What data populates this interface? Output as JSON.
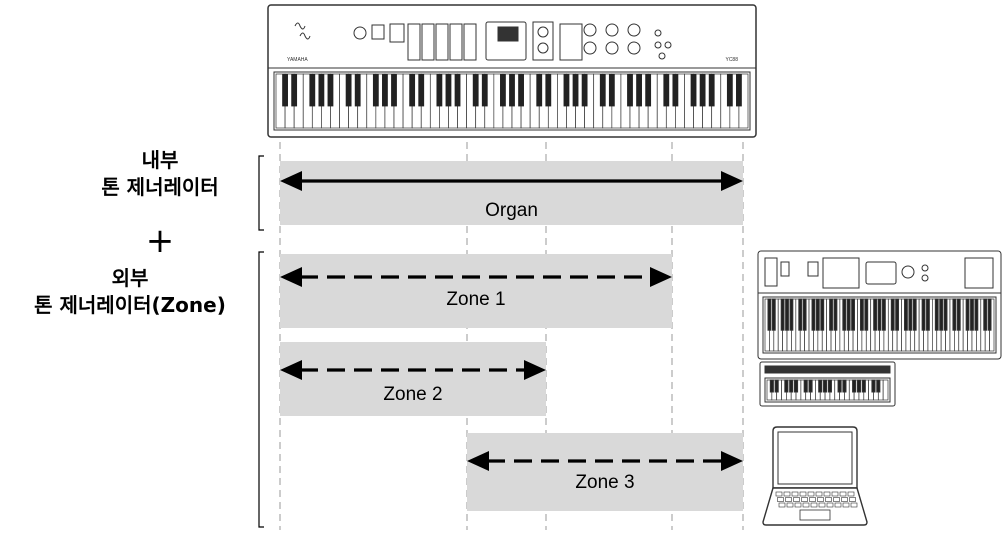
{
  "labels": {
    "internal_line1": "내부",
    "internal_line2": "톤 제너레이터",
    "plus": "+",
    "external_line1": "외부",
    "external_line2": "톤 제너레이터(Zone)"
  },
  "keyboard": {
    "brand": "YAMAHA",
    "model": "YC88"
  },
  "external_devices": [
    "synthesizer",
    "midi-keyboard",
    "laptop"
  ],
  "ranges": [
    {
      "name": "Organ",
      "style": "solid"
    },
    {
      "name": "Zone 1",
      "style": "dashed"
    },
    {
      "name": "Zone 2",
      "style": "dashed"
    },
    {
      "name": "Zone 3",
      "style": "dashed"
    }
  ],
  "colors": {
    "band": "#d9d9d9",
    "arrow": "#000000",
    "guide": "#9a9a9a"
  }
}
